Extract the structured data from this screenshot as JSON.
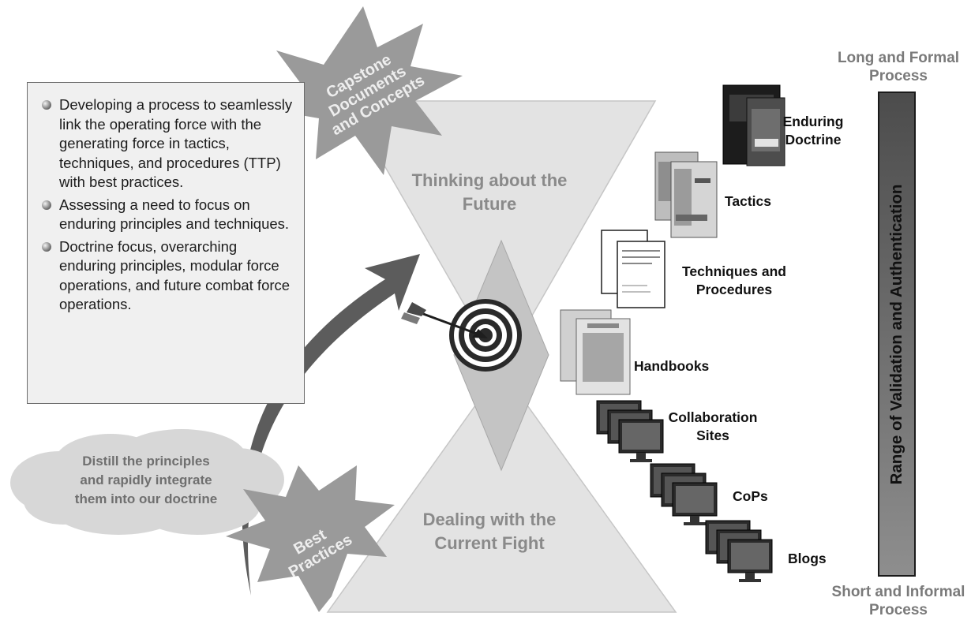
{
  "capstone_burst": {
    "lines": [
      "Capstone",
      "Documents",
      "and Concepts"
    ]
  },
  "bullets": [
    "Developing a process to seamlessly link the operating force with the generating force in tactics, techniques, and procedures (TTP) with best practices.",
    "Assessing a need to focus on enduring principles and techniques.",
    "Doctrine focus, overarching enduring principles, modular force operations, and future combat force operations."
  ],
  "hourglass": {
    "top_label": "Thinking about the Future",
    "bottom_label": "Dealing with the Current Fight"
  },
  "cloud": {
    "lines": [
      "Distill the principles",
      "and rapidly integrate",
      "them into our doctrine"
    ]
  },
  "best_practices_burst": {
    "lines": [
      "Best",
      "Practices"
    ]
  },
  "items": {
    "enduring_doctrine": "Enduring Doctrine",
    "tactics": "Tactics",
    "techniques_procedures": "Techniques and Procedures",
    "handbooks": "Handbooks",
    "collaboration_sites": "Collaboration Sites",
    "cops": "CoPs",
    "blogs": "Blogs"
  },
  "scale": {
    "top_label": "Long and Formal Process",
    "bottom_label": "Short and Informal Process",
    "bar_label": "Range of Validation and Authentication"
  },
  "colors": {
    "hourglass_fill": "#e3e3e3",
    "diamond_fill": "#c4c4c4",
    "burst_fill": "#9a9a9a",
    "arrow_fill": "#5c5c5c",
    "cloud_fill": "#d7d7d7"
  }
}
